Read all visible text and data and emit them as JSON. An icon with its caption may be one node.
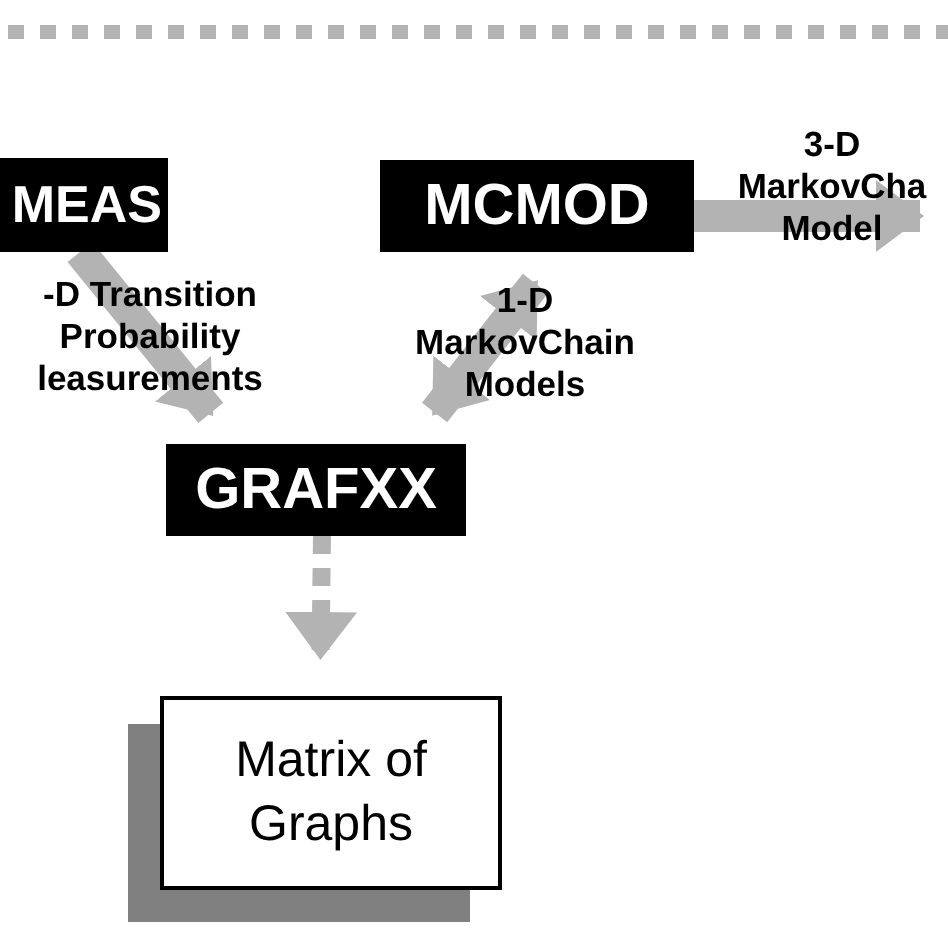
{
  "diagram": {
    "nodes": [
      {
        "text": [
          "MEAS"
        ]
      },
      {
        "text": [
          "MCMOD"
        ]
      },
      {
        "text": [
          "GRAFXX"
        ]
      },
      {
        "text": [
          "Matrix of Graphs"
        ]
      }
    ],
    "edges": [
      {
        "from": 0,
        "to": 2,
        "arrow": "to",
        "label": "-D Transition Probability leasurements"
      },
      {
        "from": 1,
        "to": 2,
        "arrow": "both",
        "label": "1-D MarkovChain Models"
      },
      {
        "from": 1,
        "to": null,
        "arrow": "to",
        "label": "3-D MarkovCha Model"
      },
      {
        "from": 2,
        "to": 3,
        "arrow": "to",
        "style": "dashed"
      }
    ]
  }
}
